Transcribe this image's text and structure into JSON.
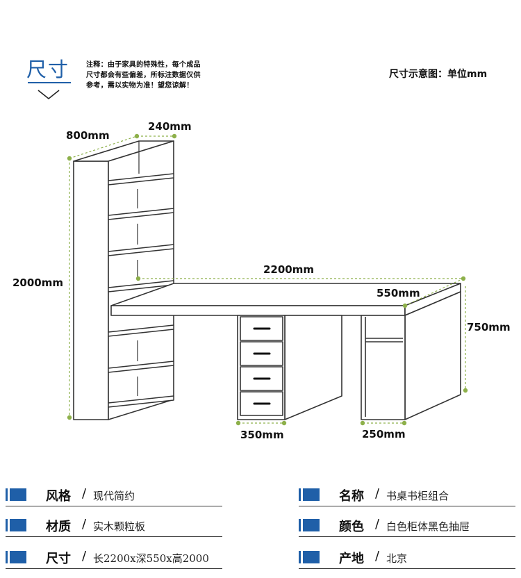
{
  "header": {
    "title": "尺寸",
    "note_lines": [
      "注释：由于家具的特殊性，每个成品",
      "尺寸都会有些偏差，所标注数据仅供",
      "参考，需以实物为准！望您谅解！"
    ],
    "caption": "尺寸示意图：单位mm"
  },
  "dimensions": {
    "shelf_width": "800mm",
    "shelf_depth": "240mm",
    "height": "2000mm",
    "desk_length": "2200mm",
    "desk_depth": "550mm",
    "desk_height": "750mm",
    "drawer_unit_width": "350mm",
    "cabinet_width": "250mm"
  },
  "colors": {
    "accent": "#1f5fa8",
    "dimension_guide": "#8db04a"
  },
  "specs": [
    {
      "label": "风格",
      "value": "现代简约"
    },
    {
      "label": "名称",
      "value": "书桌书柜组合"
    },
    {
      "label": "材质",
      "value": "实木颗粒板"
    },
    {
      "label": "颜色",
      "value": "白色柜体黑色抽屉"
    },
    {
      "label": "尺寸",
      "value": "长2200x深550x高2000"
    },
    {
      "label": "产地",
      "value": "北京"
    }
  ],
  "slash": "/"
}
